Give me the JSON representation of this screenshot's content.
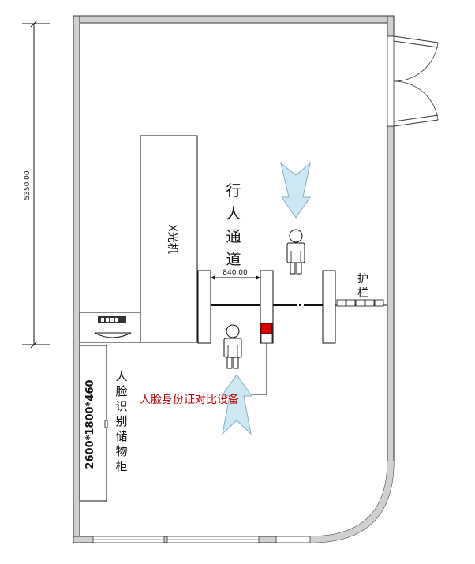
{
  "dimension_height": "5350.00",
  "dimension_passage_width": "840.00",
  "xray_machine_label": "X光机",
  "pedestrian_passage_chars": [
    "行",
    "人",
    "通",
    "道"
  ],
  "guardrail_chars": [
    "护",
    "栏"
  ],
  "face_id_device_label": "人脸身份证对比设备",
  "cabinet_size": "2600*1800*460",
  "cabinet_label_chars": [
    "人",
    "脸",
    "识",
    "别",
    "储",
    "物",
    "柜"
  ],
  "colors": {
    "wall": "#888888",
    "arrow_fill": "#cde8f2",
    "arrow_stroke": "#7faec4",
    "device_red": "#e00000",
    "label_red": "#c00000"
  },
  "icons": [
    "down-arrow-icon",
    "up-arrow-icon",
    "person-icon",
    "door-swing-icon"
  ]
}
